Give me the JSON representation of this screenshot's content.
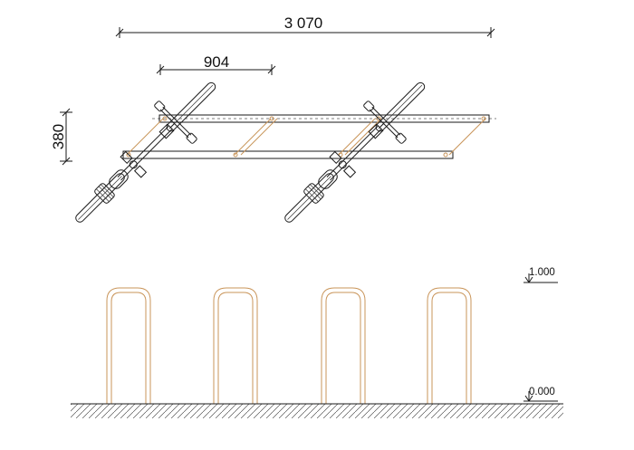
{
  "plan_view": {
    "dim_total_length": "3 070",
    "dim_spacing": "904",
    "dim_depth": "380"
  },
  "elevation_view": {
    "level_top": "1.000",
    "level_ground": "0.000",
    "rack_count": 4
  },
  "colors": {
    "line": "#1a1a1a",
    "rack_tube": "#c9955a"
  }
}
